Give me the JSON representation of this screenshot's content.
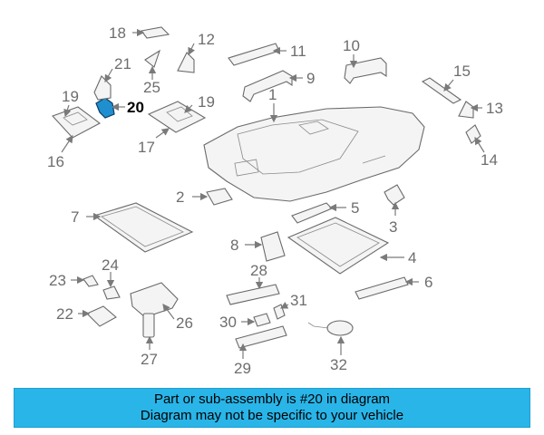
{
  "callouts": {
    "c1": "1",
    "c2": "2",
    "c3": "3",
    "c4": "4",
    "c5": "5",
    "c6": "6",
    "c7": "7",
    "c8": "8",
    "c9": "9",
    "c10": "10",
    "c11": "11",
    "c12": "12",
    "c13": "13",
    "c14": "14",
    "c15": "15",
    "c16": "16",
    "c17": "17",
    "c18": "18",
    "c19a": "19",
    "c19b": "19",
    "c20": "20",
    "c21": "21",
    "c22": "22",
    "c23": "23",
    "c24": "24",
    "c25": "25",
    "c26": "26",
    "c27": "27",
    "c28": "28",
    "c29": "29",
    "c30": "30",
    "c31": "31",
    "c32": "32"
  },
  "highlighted_part": "20",
  "highlight_color": "#1f8fd0",
  "banner": {
    "line1": "Part or sub-assembly is #20 in diagram",
    "line2": "Diagram may not be specific to your vehicle",
    "background": "#29b5e8"
  }
}
